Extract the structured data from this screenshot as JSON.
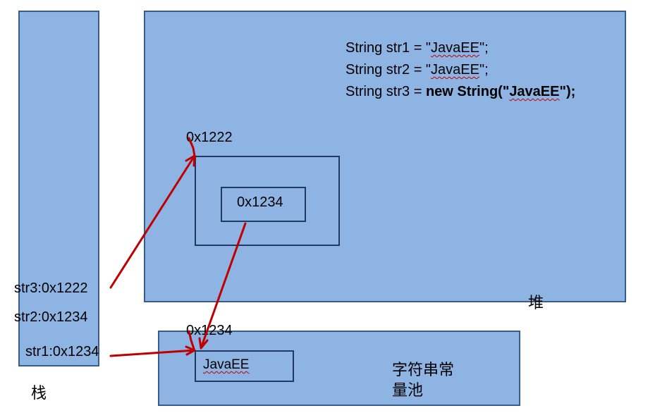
{
  "stack": {
    "label": "栈",
    "entries": [
      "str3:0x1222",
      "str2:0x1234",
      "str1:0x1234"
    ]
  },
  "heap": {
    "label": "堆",
    "code_lines": [
      {
        "prefix": "String str1 = \"",
        "word": "JavaEE",
        "suffix": "\";",
        "bold_from": ""
      },
      {
        "prefix": "String str2 = \"",
        "word": "JavaEE",
        "suffix": "\";",
        "bold_from": ""
      },
      {
        "prefix": "String str3 = ",
        "bold_prefix": "new String(\"",
        "word": "JavaEE",
        "suffix": "\");"
      }
    ],
    "object_address": "0x1222",
    "object_value": "0x1234"
  },
  "pool": {
    "label_line1": "字符串常",
    "label_line2": "量池",
    "address": "0x1234",
    "value": "JavaEE"
  },
  "colors": {
    "region_fill": "#8eb4e3",
    "region_border": "#385d8a",
    "arrow": "#c00000"
  }
}
